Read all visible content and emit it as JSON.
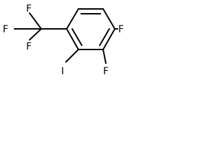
{
  "molecule": {
    "atoms": {
      "f_top": "F",
      "f_left": "F",
      "f_bottom": "F",
      "f_ring_top": "F",
      "f_ring_bottom": "F",
      "i": "I"
    }
  }
}
